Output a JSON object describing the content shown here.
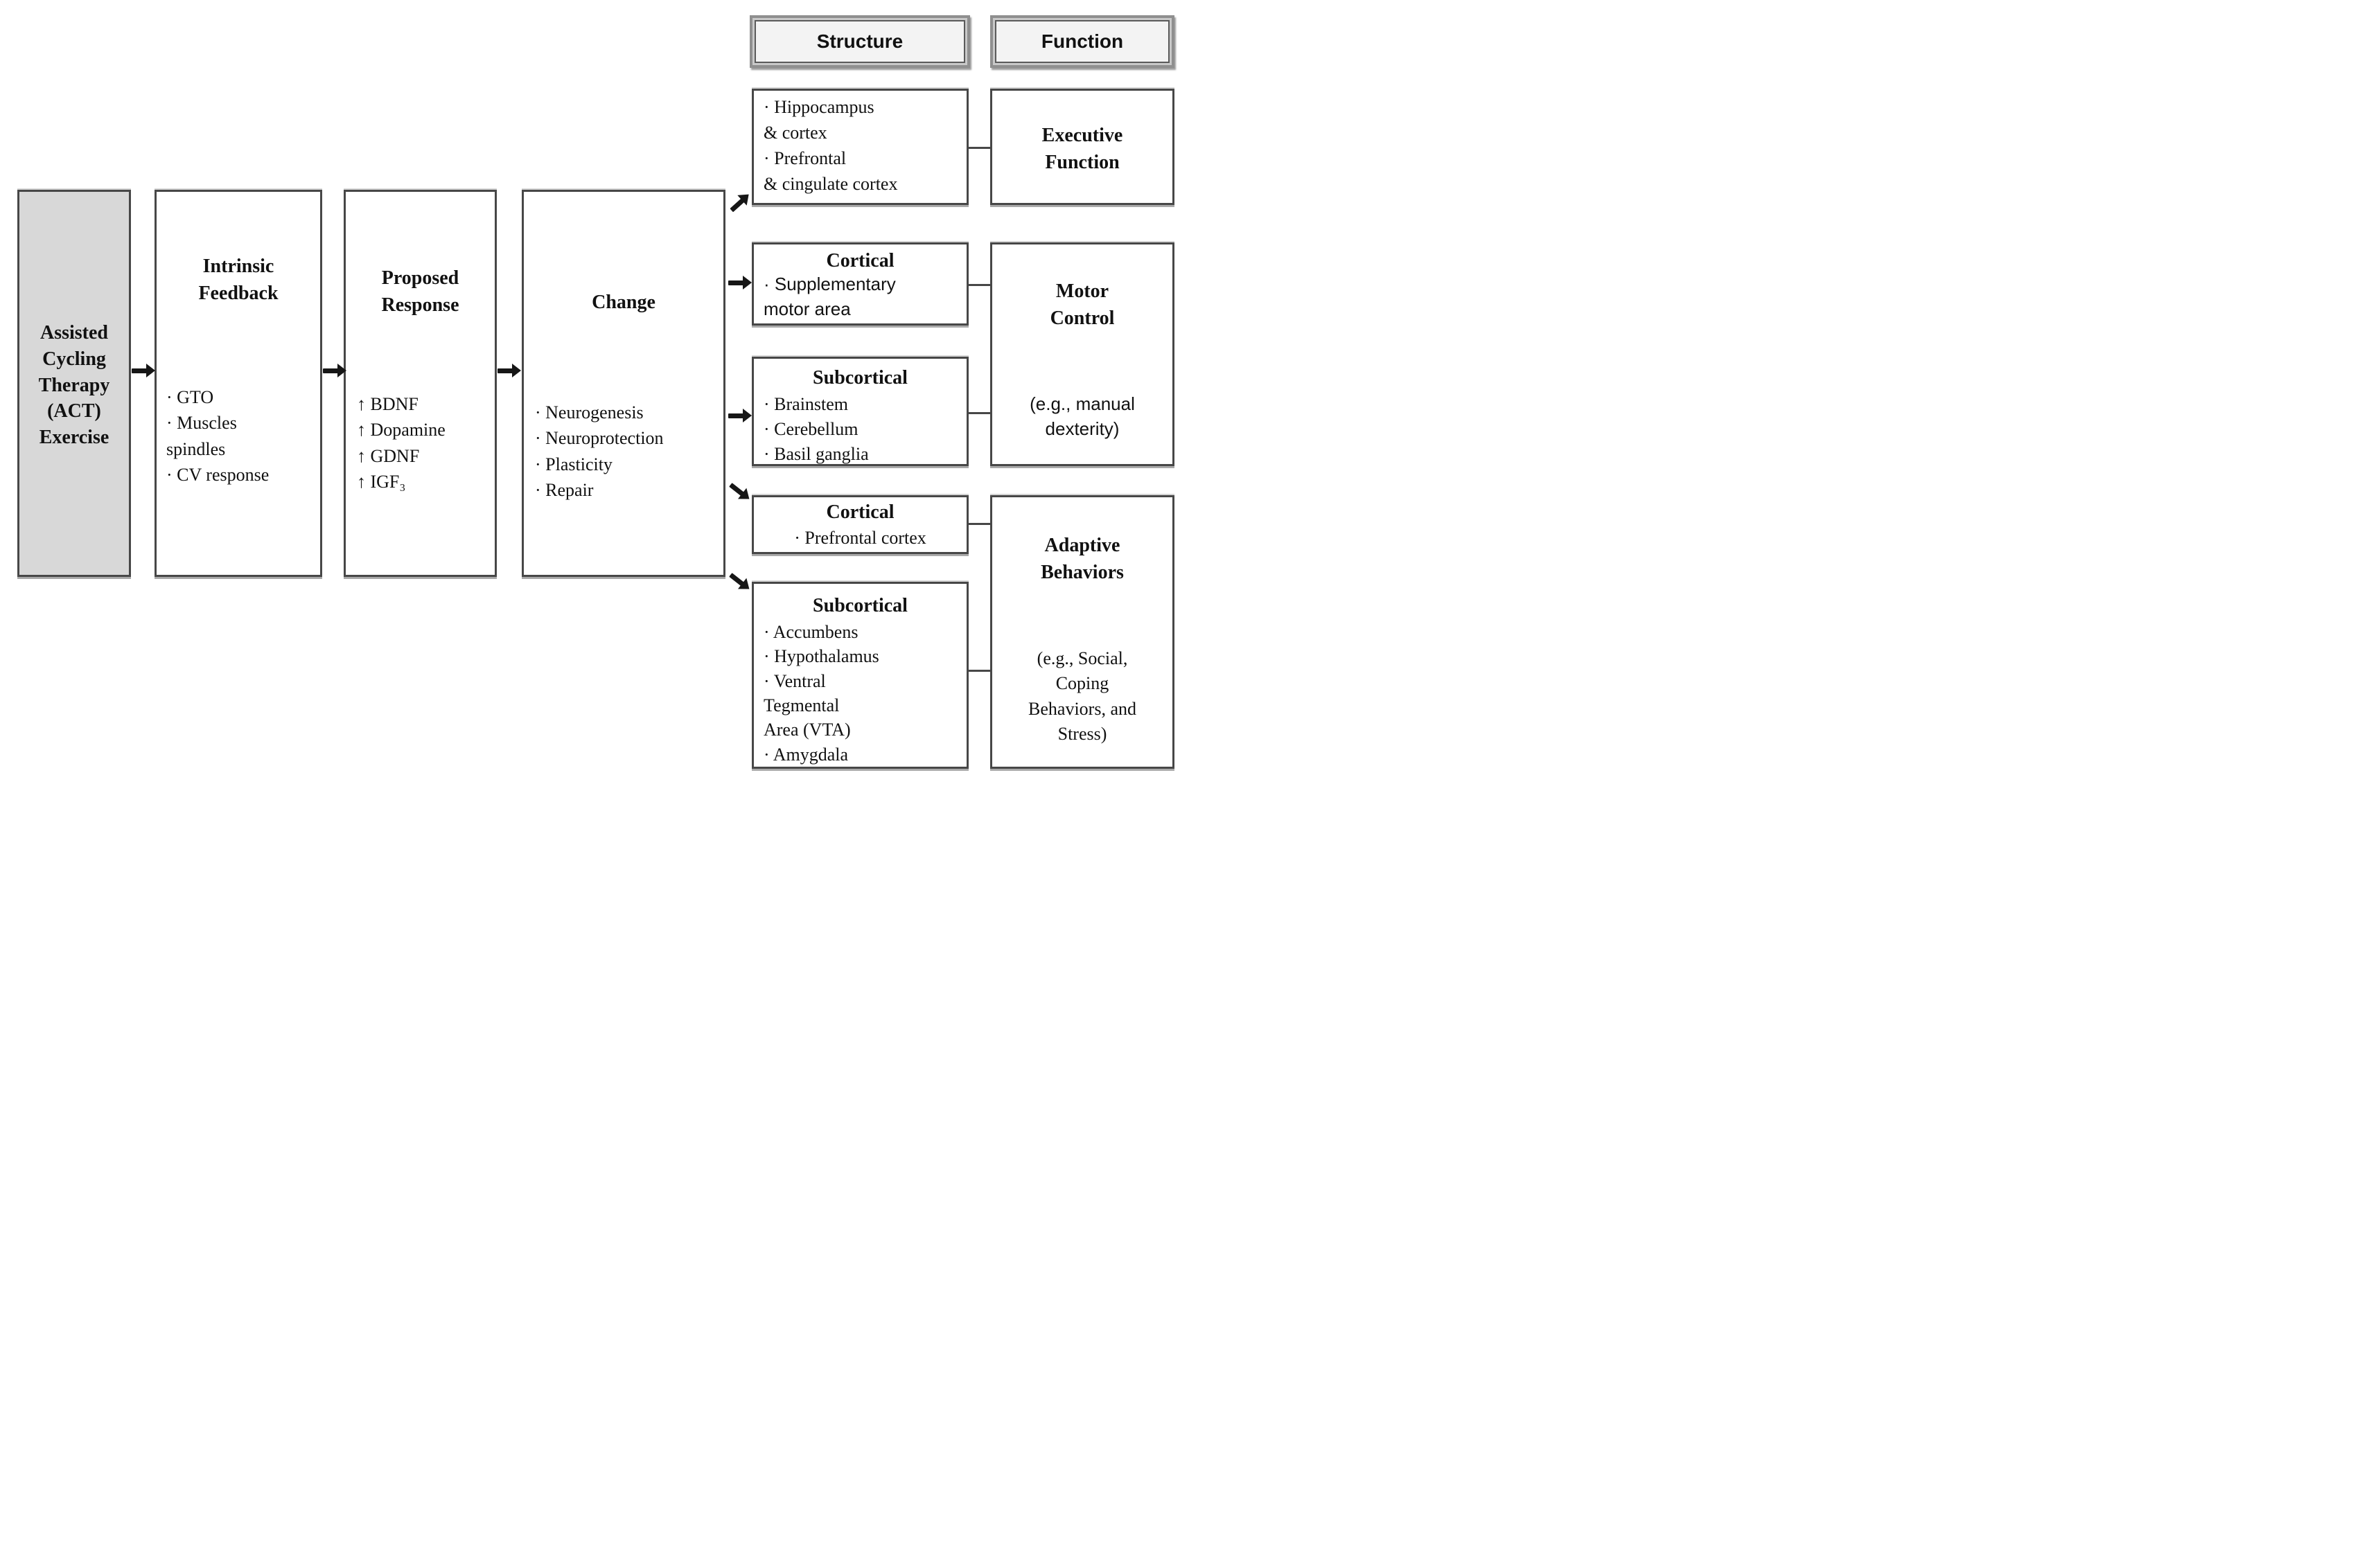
{
  "headers": {
    "structure": "Structure",
    "function": "Function"
  },
  "flow": {
    "act": {
      "lines": [
        "Assisted",
        "Cycling",
        "Therapy",
        "(ACT)",
        "Exercise"
      ]
    },
    "intrinsic": {
      "title": [
        "Intrinsic",
        "Feedback"
      ],
      "items": [
        "· GTO",
        "· Muscles",
        "spindles",
        "· CV response"
      ]
    },
    "proposed": {
      "title": [
        "Proposed",
        "Response"
      ],
      "items": [
        "↑ BDNF",
        "↑ Dopamine",
        "↑ GDNF",
        "↑ IGF₃"
      ]
    },
    "change": {
      "title": "Change",
      "items": [
        "· Neurogenesis",
        "· Neuroprotection",
        "· Plasticity",
        "· Repair"
      ]
    }
  },
  "structure_col": {
    "s1": {
      "items": [
        "· Hippocampus",
        "& cortex",
        "· Prefrontal",
        "& cingulate cortex"
      ]
    },
    "s2": {
      "title": "Cortical",
      "items": [
        "· Supplementary",
        "motor area"
      ]
    },
    "s3": {
      "title": "Subcortical",
      "items": [
        "· Brainstem",
        "· Cerebellum",
        "· Basil ganglia"
      ]
    },
    "s4": {
      "title": "Cortical",
      "items": [
        "· Prefrontal cortex"
      ]
    },
    "s5": {
      "title": "Subcortical",
      "items": [
        "· Accumbens",
        "· Hypothalamus",
        "· Ventral",
        "Tegmental",
        "Area (VTA)",
        "· Amygdala"
      ]
    }
  },
  "function_col": {
    "f1": {
      "title": [
        "Executive",
        "Function"
      ]
    },
    "f2": {
      "title": [
        "Motor",
        "Control"
      ],
      "note": [
        "(e.g., manual",
        "dexterity)"
      ]
    },
    "f3": {
      "title": [
        "Adaptive",
        "Behaviors"
      ],
      "note": [
        "(e.g., Social,",
        "Coping",
        "Behaviors, and",
        "Stress)"
      ]
    }
  },
  "icons": {
    "arrow_right": "→",
    "arrow_up_right": "↗",
    "arrow_down_right": "↘"
  },
  "colors": {
    "box_border": "#474747",
    "act_box_fill": "#d8d8d8",
    "header_fill": "#f3f3f3",
    "arrow": "#161616",
    "background": "#ffffff"
  }
}
